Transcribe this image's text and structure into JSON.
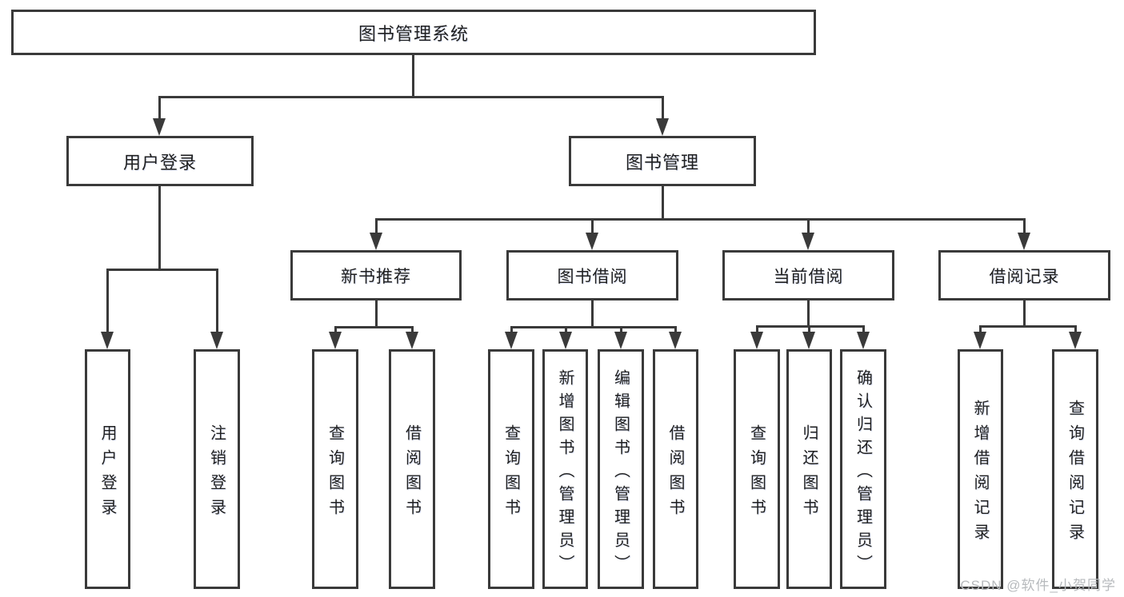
{
  "tree": {
    "label": "图书管理系统",
    "children": [
      {
        "label": "用户登录",
        "children": [
          {
            "label": "用户登录"
          },
          {
            "label": "注销登录"
          }
        ]
      },
      {
        "label": "图书管理",
        "children": [
          {
            "label": "新书推荐",
            "children": [
              {
                "label": "查询图书"
              },
              {
                "label": "借阅图书"
              }
            ]
          },
          {
            "label": "图书借阅",
            "children": [
              {
                "label": "查询图书"
              },
              {
                "label": "新增图书（管理员）"
              },
              {
                "label": "编辑图书（管理员）"
              },
              {
                "label": "借阅图书"
              }
            ]
          },
          {
            "label": "当前借阅",
            "children": [
              {
                "label": "查询图书"
              },
              {
                "label": "归还图书"
              },
              {
                "label": "确认归还（管理员）"
              }
            ]
          },
          {
            "label": "借阅记录",
            "children": [
              {
                "label": "新增借阅记录"
              },
              {
                "label": "查询借阅记录"
              }
            ]
          }
        ]
      }
    ]
  },
  "watermark": {
    "text": "CSDN @软件_小贺同学"
  },
  "colors": {
    "line": "#3a3a3a",
    "text": "#1f1f1f",
    "watermark": "#b7babd",
    "background": "#ffffff"
  }
}
